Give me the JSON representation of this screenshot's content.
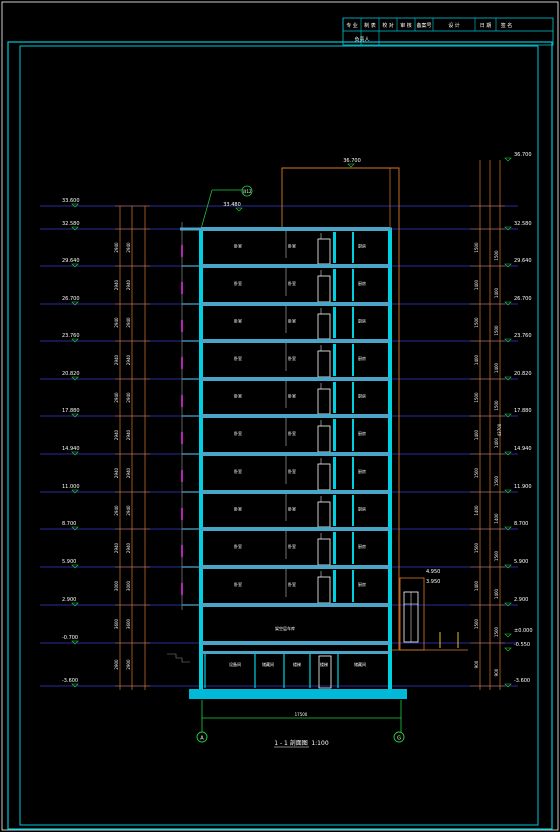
{
  "title_block": {
    "row1": [
      "专 业",
      "制 表",
      "校 对",
      "审 核",
      "备案号",
      "设 计",
      "日 期",
      "签 名"
    ],
    "row2": [
      "负责人"
    ]
  },
  "drawing": {
    "title": "1 - 1 剖面图",
    "scale": "1:100",
    "axis_a": "A",
    "axis_g": "G",
    "overall_width": "17500",
    "roof_tag": "详12"
  },
  "levels_left": [
    "33.600",
    "32.580",
    "29.640",
    "26.700",
    "23.760",
    "20.820",
    "17.880",
    "14.940",
    "11.000",
    "8.700",
    "5.900",
    "2.900",
    "-0.700",
    "-3.600"
  ],
  "levels_right": [
    "36.700",
    "32.580",
    "29.640",
    "26.700",
    "23.760",
    "20.820",
    "17.880",
    "14.940",
    "11.900",
    "8.700",
    "5.900",
    "2.900",
    "±0.000",
    "-0.550",
    "-3.600"
  ],
  "top_level": "36.700",
  "roof_level": "33.480",
  "annex_levels": [
    "4.950",
    "3.950"
  ],
  "room_labels": {
    "typical_a": "卧室",
    "typical_b": "卧室",
    "stair": "楼梯",
    "typical_c": "厨房",
    "ground": "架空层车库",
    "basement_a": "设备间",
    "basement_b": "储藏间",
    "basement_c": "楼梯",
    "basement_d": "储藏间"
  },
  "dim_labels_left": [
    "2940",
    "2940",
    "2940",
    "2940",
    "2940",
    "2940",
    "2940",
    "2940",
    "2940",
    "3000",
    "3600",
    "2900"
  ],
  "dim_labels_right": [
    "1500",
    "1400",
    "1500",
    "1400",
    "1500",
    "1400",
    "1500",
    "1400",
    "1500",
    "1400",
    "1500",
    "900"
  ],
  "total_height_right": "43700",
  "colors": {
    "frame": "#00c8d8",
    "wall": "#00d0e0",
    "slab": "#4aa6c8",
    "level_line": "#3a3ad0",
    "dim": "#d87a2a",
    "marker": "#20d040",
    "text": "#ffffff",
    "magenta": "#e030e0",
    "window": "#ffffff"
  }
}
